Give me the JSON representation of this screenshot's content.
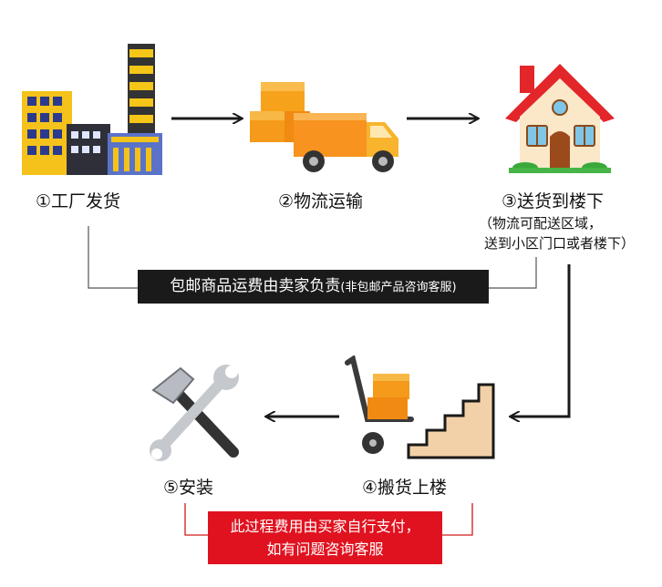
{
  "steps": [
    {
      "label": "①工厂发货"
    },
    {
      "label": "②物流运输"
    },
    {
      "label": "③送货到楼下",
      "note_line1": "（物流可配送区域，",
      "note_line2": "送到小区门口或者楼下）"
    },
    {
      "label": "④搬货上楼"
    },
    {
      "label": "⑤安装"
    }
  ],
  "banners": {
    "black_main": "包邮商品运费由卖家负责",
    "black_small": "(非包邮产品咨询客服)",
    "red_line1": "此过程费用由买家自行支付，",
    "red_line2": "如有问题咨询客服"
  },
  "icons": [
    "factory-icon",
    "delivery-truck-icon",
    "house-icon",
    "hand-truck-stairs-icon",
    "tools-icon"
  ],
  "colors": {
    "arrow": "#1a1a1a",
    "black_banner": "#1a1a1a",
    "red_banner": "#e0121f",
    "box_orange": "#f7931e",
    "roof_red": "#e3262a"
  }
}
